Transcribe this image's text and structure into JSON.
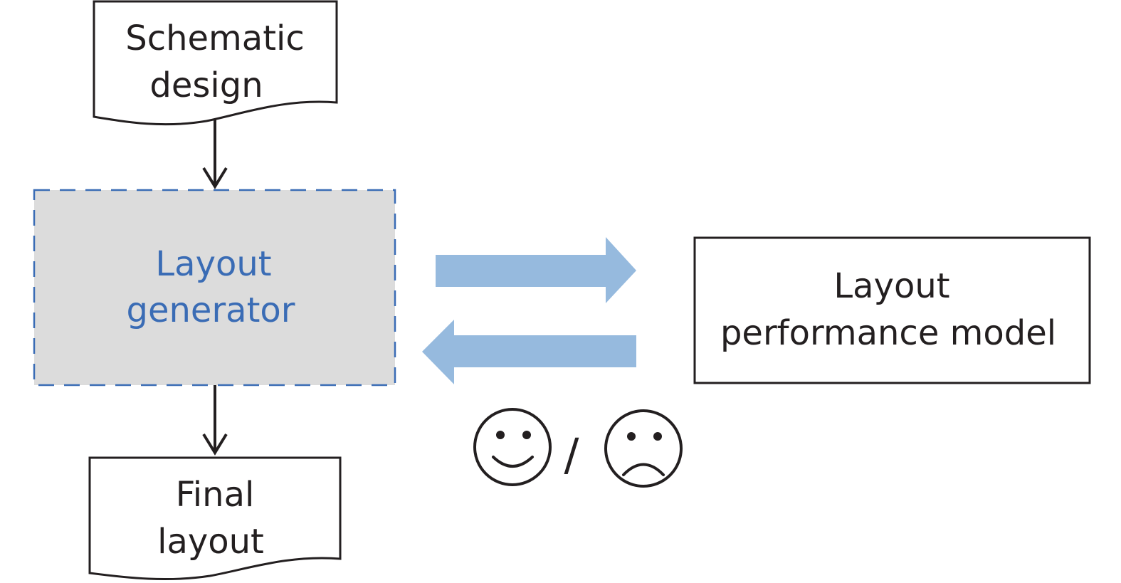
{
  "nodes": {
    "schematic_design": {
      "line1": "Schematic",
      "line2": "design"
    },
    "layout_generator": {
      "line1": "Layout",
      "line2": "generator"
    },
    "final_layout": {
      "line1": "Final",
      "line2": "layout"
    },
    "performance_model": {
      "line1": "Layout",
      "line2": "performance model"
    }
  },
  "feedback": {
    "happy_icon": "smiley-face",
    "separator": "/",
    "sad_icon": "frowning-face"
  },
  "colors": {
    "ink": "#231f20",
    "accent_text": "#3a6cb5",
    "dashed_border": "#3a6cb5",
    "generator_fill": "#dcdcdc",
    "flow_arrow": "#96bade"
  }
}
